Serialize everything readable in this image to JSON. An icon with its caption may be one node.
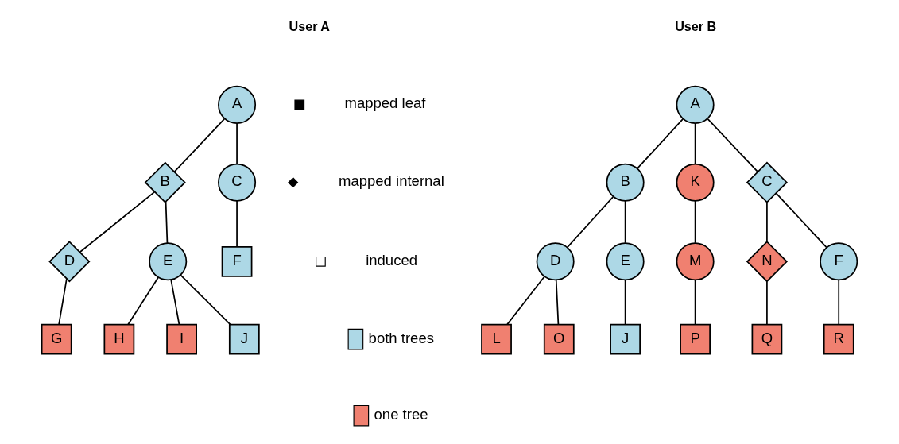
{
  "diagram": {
    "nodes": [
      {
        "text": [
          "A"
        ]
      },
      {
        "text": [
          "B"
        ]
      },
      {
        "text": [
          "C"
        ]
      },
      {
        "text": [
          "D"
        ]
      },
      {
        "text": [
          "E"
        ]
      },
      {
        "text": [
          "F"
        ]
      },
      {
        "text": [
          "G"
        ]
      },
      {
        "text": [
          "H"
        ]
      },
      {
        "text": [
          "I"
        ]
      },
      {
        "text": [
          "J"
        ]
      },
      {
        "text": [
          "A"
        ]
      },
      {
        "text": [
          "B"
        ]
      },
      {
        "text": [
          "K"
        ]
      },
      {
        "text": [
          "C"
        ]
      },
      {
        "text": [
          "D"
        ]
      },
      {
        "text": [
          "E"
        ]
      },
      {
        "text": [
          "M"
        ]
      },
      {
        "text": [
          "N"
        ]
      },
      {
        "text": [
          "F"
        ]
      },
      {
        "text": [
          "L"
        ]
      },
      {
        "text": [
          "O"
        ]
      },
      {
        "text": [
          "J"
        ]
      },
      {
        "text": [
          "P"
        ]
      },
      {
        "text": [
          "Q"
        ]
      },
      {
        "text": [
          "R"
        ]
      }
    ],
    "edges": [
      {
        "from": 0,
        "to": 1,
        "arrow": "none"
      },
      {
        "from": 0,
        "to": 2,
        "arrow": "none"
      },
      {
        "from": 1,
        "to": 3,
        "arrow": "none"
      },
      {
        "from": 1,
        "to": 4,
        "arrow": "none"
      },
      {
        "from": 2,
        "to": 5,
        "arrow": "none"
      },
      {
        "from": 3,
        "to": 6,
        "arrow": "none"
      },
      {
        "from": 4,
        "to": 7,
        "arrow": "none"
      },
      {
        "from": 4,
        "to": 8,
        "arrow": "none"
      },
      {
        "from": 4,
        "to": 9,
        "arrow": "none"
      },
      {
        "from": 10,
        "to": 11,
        "arrow": "none"
      },
      {
        "from": 10,
        "to": 12,
        "arrow": "none"
      },
      {
        "from": 10,
        "to": 13,
        "arrow": "none"
      },
      {
        "from": 11,
        "to": 14,
        "arrow": "none"
      },
      {
        "from": 11,
        "to": 15,
        "arrow": "none"
      },
      {
        "from": 12,
        "to": 16,
        "arrow": "none"
      },
      {
        "from": 13,
        "to": 17,
        "arrow": "none"
      },
      {
        "from": 13,
        "to": 18,
        "arrow": "none"
      },
      {
        "from": 14,
        "to": 19,
        "arrow": "none"
      },
      {
        "from": 14,
        "to": 20,
        "arrow": "none"
      },
      {
        "from": 15,
        "to": 21,
        "arrow": "none"
      },
      {
        "from": 16,
        "to": 22,
        "arrow": "none"
      },
      {
        "from": 17,
        "to": 23,
        "arrow": "none"
      },
      {
        "from": 18,
        "to": 24,
        "arrow": "none"
      }
    ],
    "labels": [
      "User A",
      "User B"
    ],
    "legend": [
      {
        "text": "mapped leaf"
      },
      {
        "text": "mapped internal"
      },
      {
        "text": "induced"
      },
      {
        "text": "both trees",
        "color": "#add8e6"
      },
      {
        "text": "one tree",
        "color": "#f08070"
      }
    ]
  }
}
